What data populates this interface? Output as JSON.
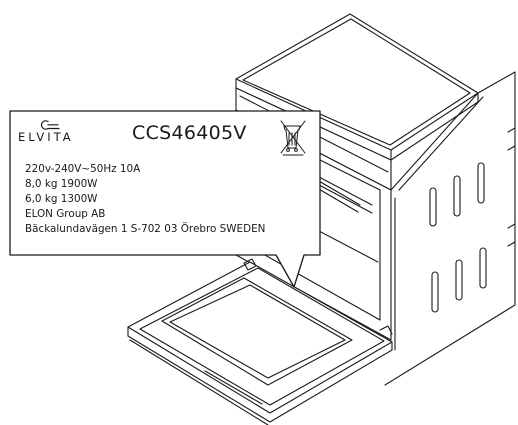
{
  "label": {
    "brand": "ELVITA",
    "model": "CCS46405V",
    "specs": [
      "220v-240V~50Hz  10A",
      "8,0 kg 1900W",
      "6,0 kg 1300W",
      "ELON Group AB",
      "Bäckalundavägen 1   S-702 03 Örebro  SWEDEN"
    ],
    "weee_symbol": "crossed-out-wheelie-bin-icon",
    "logo_symbol": "elvita-logo-icon"
  },
  "colors": {
    "line": "#1a1a1a",
    "background": "#ffffff"
  }
}
